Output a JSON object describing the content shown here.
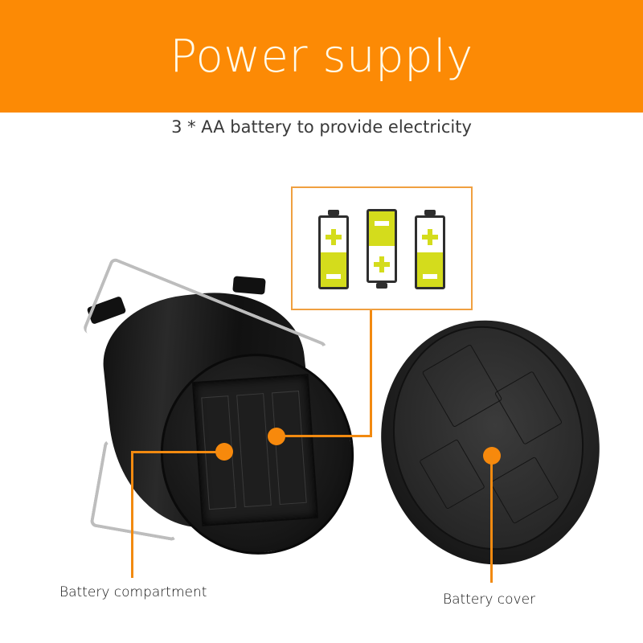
{
  "banner": {
    "title": "Power supply",
    "background_color": "#fc8a05"
  },
  "subtitle": "3 * AA battery to provide electricity",
  "battery_diagram": {
    "batteries": [
      {
        "orientation": "positive-up",
        "top_sign": "+",
        "bottom_sign": "-"
      },
      {
        "orientation": "negative-up",
        "top_sign": "-",
        "bottom_sign": "+"
      },
      {
        "orientation": "positive-up",
        "top_sign": "+",
        "bottom_sign": "-"
      }
    ],
    "accent_color": "#d4dc1c",
    "border_color": "#f0a040"
  },
  "callouts": {
    "compartment_label": "Battery compartment",
    "cover_label": "Battery cover",
    "line_color": "#f28a10"
  }
}
